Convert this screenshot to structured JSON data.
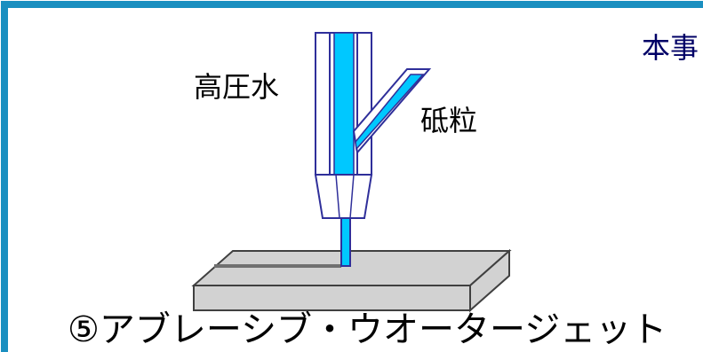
{
  "labels": {
    "high_pressure_water": "高圧水",
    "abrasive": "砥粒",
    "heading": "本事",
    "caption": "⑤アブレーシブ・ウオータージェット"
  },
  "colors": {
    "frame_border": "#1a8fc0",
    "water": "#00c8ff",
    "nozzle_outline": "#2f2f9a",
    "workpiece_face": "#d0d0d0",
    "heading_text": "#000066"
  }
}
